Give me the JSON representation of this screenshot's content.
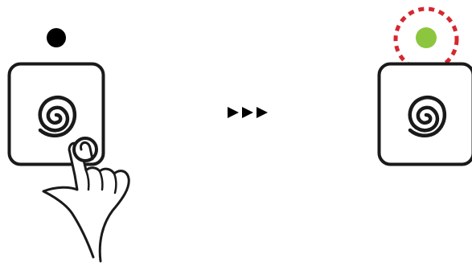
{
  "diagram": {
    "before": {
      "indicator": {
        "state": "off",
        "color": "#000000"
      },
      "button": {
        "icon": "fingerprint-swirl-icon"
      },
      "hand": {
        "icon": "pointing-hand-icon",
        "action": "press"
      }
    },
    "arrows": {
      "glyph": "triple-right-arrow-icon",
      "count": 3,
      "color": "#000000"
    },
    "after": {
      "indicator": {
        "state": "on",
        "color": "#8cc63f"
      },
      "highlight": {
        "style": "dashed-circle",
        "color": "#d7262f"
      },
      "button": {
        "icon": "fingerprint-swirl-icon"
      }
    },
    "colors": {
      "stroke": "#1a1a1a",
      "led_off": "#000000",
      "led_on": "#8cc63f",
      "highlight": "#d7262f"
    }
  }
}
